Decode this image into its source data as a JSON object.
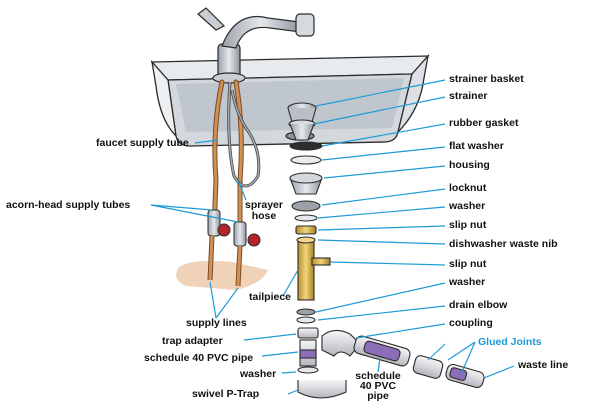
{
  "title": "",
  "colors": {
    "leader": "#1e9bd7",
    "label": "#111111",
    "accent_label": "#1e9bd7",
    "steel": "#c9ced4",
    "steel_dark": "#7f8790",
    "copper": "#c8874a",
    "brass": "#d9b24a",
    "pvc": "#e2e2e6",
    "pvc_purple": "#8a6fb8",
    "valve": "#b3242b",
    "floor": "#f0d2b8"
  },
  "labels": {
    "strainer_basket": "strainer basket",
    "strainer": "strainer",
    "rubber_gasket": "rubber gasket",
    "flat_washer": "flat washer",
    "housing": "housing",
    "locknut": "locknut",
    "washer_right_1": "washer",
    "slip_nut_1": "slip nut",
    "dishwasher_waste_nib": "dishwasher waste nib",
    "slip_nut_2": "slip nut",
    "washer_right_2": "washer",
    "drain_elbow": "drain elbow",
    "coupling": "coupling",
    "glued_joints": "Glued Joints",
    "waste_line": "waste line",
    "faucet_supply_tube": "faucet supply tube",
    "acorn_head_supply_tubes": "acorn-head supply tubes",
    "sprayer_hose_1": "sprayer",
    "sprayer_hose_2": "hose",
    "tailpiece": "tailpiece",
    "supply_lines": "supply lines",
    "trap_adapter": "trap adapter",
    "schedule_40_pvc_pipe_left": "schedule 40 PVC pipe",
    "washer_bottom": "washer",
    "swivel_p_trap": "swivel P-Trap",
    "sched_pipe_1": "schedule",
    "sched_pipe_2": "40 PVC",
    "sched_pipe_3": "pipe"
  }
}
